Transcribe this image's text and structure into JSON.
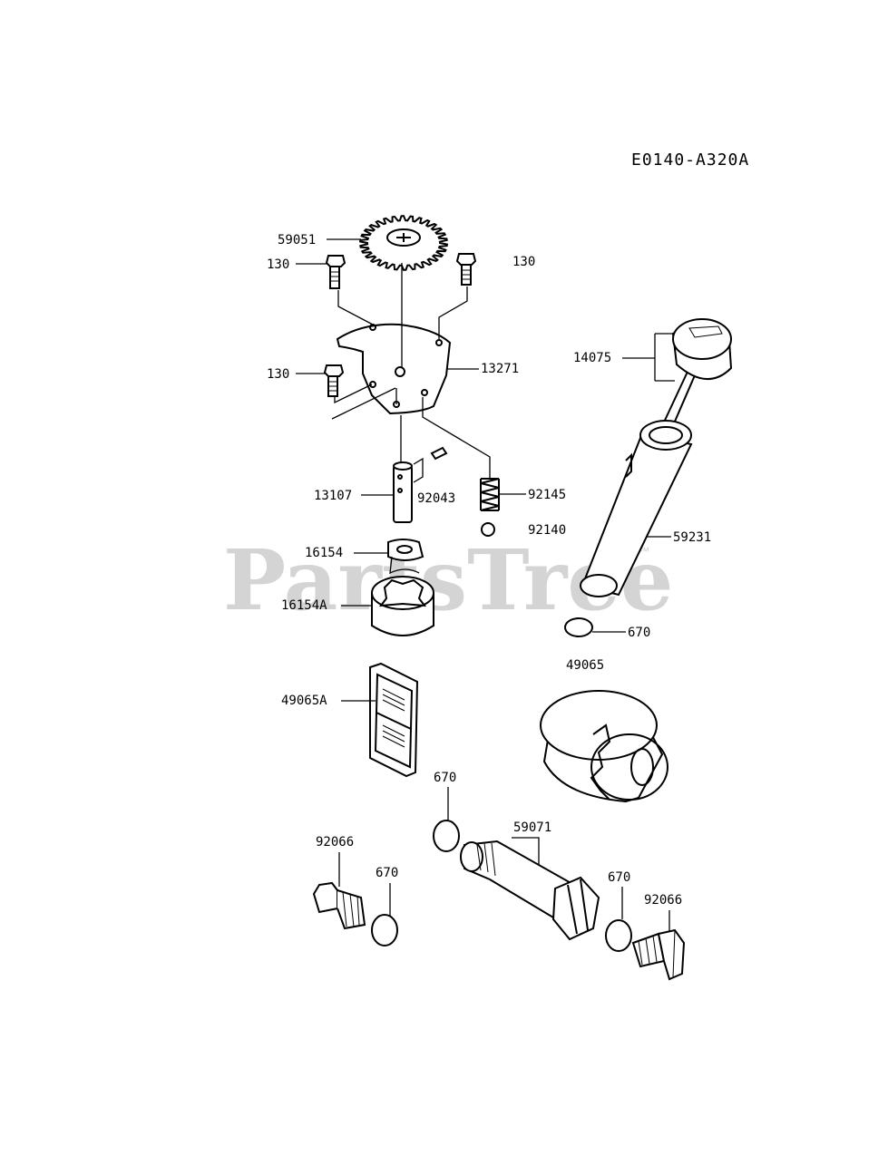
{
  "diagram": {
    "code": "E0140-A320A",
    "watermark": "PartsTree",
    "trademark": "™",
    "labels": {
      "p59051": "59051",
      "p130_left_top": "130",
      "p130_right_top": "130",
      "p130_left_mid": "130",
      "p13271": "13271",
      "p14075": "14075",
      "p13107": "13107",
      "p92043": "92043",
      "p92145": "92145",
      "p92140": "92140",
      "p59231": "59231",
      "p16154": "16154",
      "p16154A": "16154A",
      "p670_top": "670",
      "p49065": "49065",
      "p49065A": "49065A",
      "p670_mid": "670",
      "p59071": "59071",
      "p92066_left": "92066",
      "p670_left": "670",
      "p670_right": "670",
      "p92066_right": "92066"
    }
  }
}
